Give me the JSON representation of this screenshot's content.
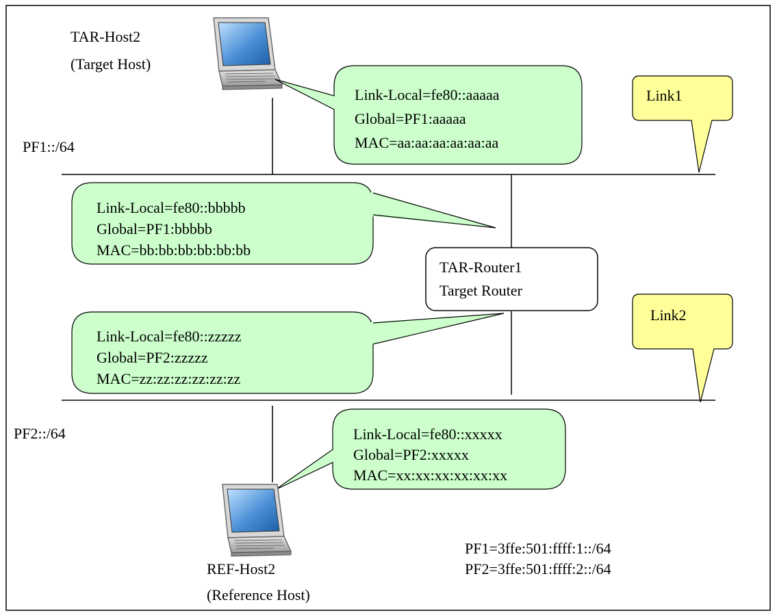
{
  "hosts": {
    "tar_host": {
      "name": "TAR-Host2",
      "role": "(Target Host)"
    },
    "ref_host": {
      "name": "REF-Host2",
      "role": "(Reference Host)"
    }
  },
  "router": {
    "name": "TAR-Router1",
    "role": "Target Router"
  },
  "networks": {
    "link1": {
      "prefix": "PF1::/64",
      "label": "Link1"
    },
    "link2": {
      "prefix": "PF2::/64",
      "label": "Link2"
    }
  },
  "callouts": {
    "tar_host": {
      "link_local": "Link-Local=fe80::aaaaa",
      "global": "Global=PF1:aaaaa",
      "mac": "MAC=aa:aa:aa:aa:aa:aa"
    },
    "router_link1": {
      "link_local": "Link-Local=fe80::bbbbb",
      "global": "Global=PF1:bbbbb",
      "mac": "MAC=bb:bb:bb:bb:bb:bb"
    },
    "router_link2": {
      "link_local": "Link-Local=fe80::zzzzz",
      "global": "Global=PF2:zzzzz",
      "mac": "MAC=zz:zz:zz:zz:zz:zz"
    },
    "ref_host": {
      "link_local": "Link-Local=fe80::xxxxx",
      "global": "Global=PF2:xxxxx",
      "mac": "MAC=xx:xx:xx:xx:xx:xx"
    }
  },
  "prefix_legend": {
    "pf1": "PF1=3ffe:501:ffff:1::/64",
    "pf2": "PF2=3ffe:501:ffff:2::/64"
  },
  "colors": {
    "callout_fill": "#ccffcc",
    "link_label_fill": "#ffff99",
    "screen": "#4a8fd6"
  },
  "icons": {
    "host": "laptop-icon"
  }
}
